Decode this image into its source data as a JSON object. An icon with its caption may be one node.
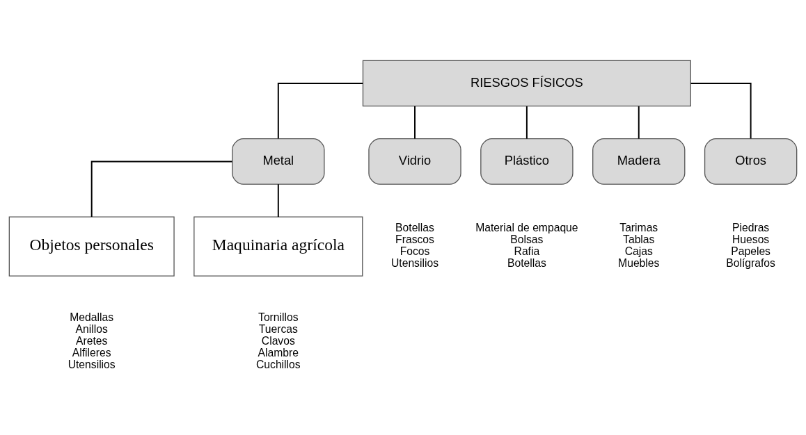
{
  "diagram": {
    "nodes": [
      {
        "text": [
          "RIESGOS FÍSICOS"
        ]
      },
      {
        "text": [
          "Metal"
        ]
      },
      {
        "text": [
          "Vidrio"
        ],
        "beside": [
          "Botellas",
          "Frascos",
          "Focos",
          "Utensilios"
        ]
      },
      {
        "text": [
          "Plástico"
        ],
        "beside": [
          "Material de empaque",
          "Bolsas",
          "Rafia",
          "Botellas"
        ]
      },
      {
        "text": [
          "Madera"
        ],
        "beside": [
          "Tarimas",
          "Tablas",
          "Cajas",
          "Muebles"
        ]
      },
      {
        "text": [
          "Otros"
        ],
        "beside": [
          "Piedras",
          "Huesos",
          "Papeles",
          "Bolígrafos"
        ]
      },
      {
        "text": [
          "Objetos personales"
        ],
        "beside": [
          "Medallas",
          "Anillos",
          "Aretes",
          "Alfileres",
          "Utensilios"
        ]
      },
      {
        "text": [
          "Maquinaria agrícola"
        ],
        "beside": [
          "Tornillos",
          "Tuercas",
          "Clavos",
          "Alambre",
          "Cuchillos"
        ]
      }
    ],
    "edges": [
      {
        "from": 0,
        "to": 1,
        "arrow": "none"
      },
      {
        "from": 0,
        "to": 2,
        "arrow": "none"
      },
      {
        "from": 0,
        "to": 3,
        "arrow": "none"
      },
      {
        "from": 0,
        "to": 4,
        "arrow": "none"
      },
      {
        "from": 0,
        "to": 5,
        "arrow": "none"
      },
      {
        "from": 1,
        "to": 6,
        "arrow": "none"
      },
      {
        "from": 1,
        "to": 7,
        "arrow": "none"
      }
    ]
  }
}
